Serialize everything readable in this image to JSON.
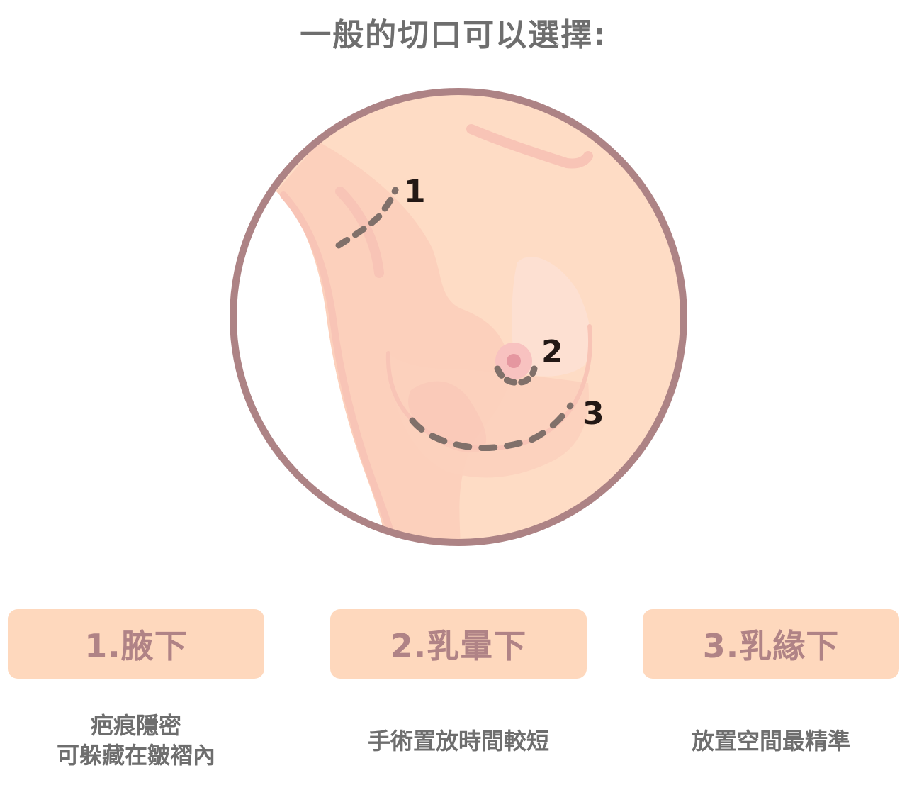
{
  "title": "一般的切口可以選擇:",
  "colors": {
    "title_text": "#6e6e6e",
    "circle_border": "#ad8385",
    "skin_light": "#fedcc5",
    "skin_mid": "#fcd0bc",
    "skin_shadow": "#f8c4b6",
    "areola": "#f8c2c0",
    "nipple": "#e597a0",
    "incision_dash": "#80706a",
    "marker_number": "#231815",
    "option_box_bg": "#fed8bd",
    "option_box_text": "#b08386",
    "description_text": "#6e6e6e"
  },
  "illustration": {
    "markers": [
      {
        "number": "1",
        "location": "axillary"
      },
      {
        "number": "2",
        "location": "periareolar"
      },
      {
        "number": "3",
        "location": "inframammary"
      }
    ]
  },
  "options": [
    {
      "label": "1.腋下",
      "description_lines": [
        "疤痕隱密",
        "可躲藏在皺褶內"
      ]
    },
    {
      "label": "2.乳暈下",
      "description_lines": [
        "手術置放時間較短"
      ]
    },
    {
      "label": "3.乳緣下",
      "description_lines": [
        "放置空間最精準"
      ]
    }
  ]
}
